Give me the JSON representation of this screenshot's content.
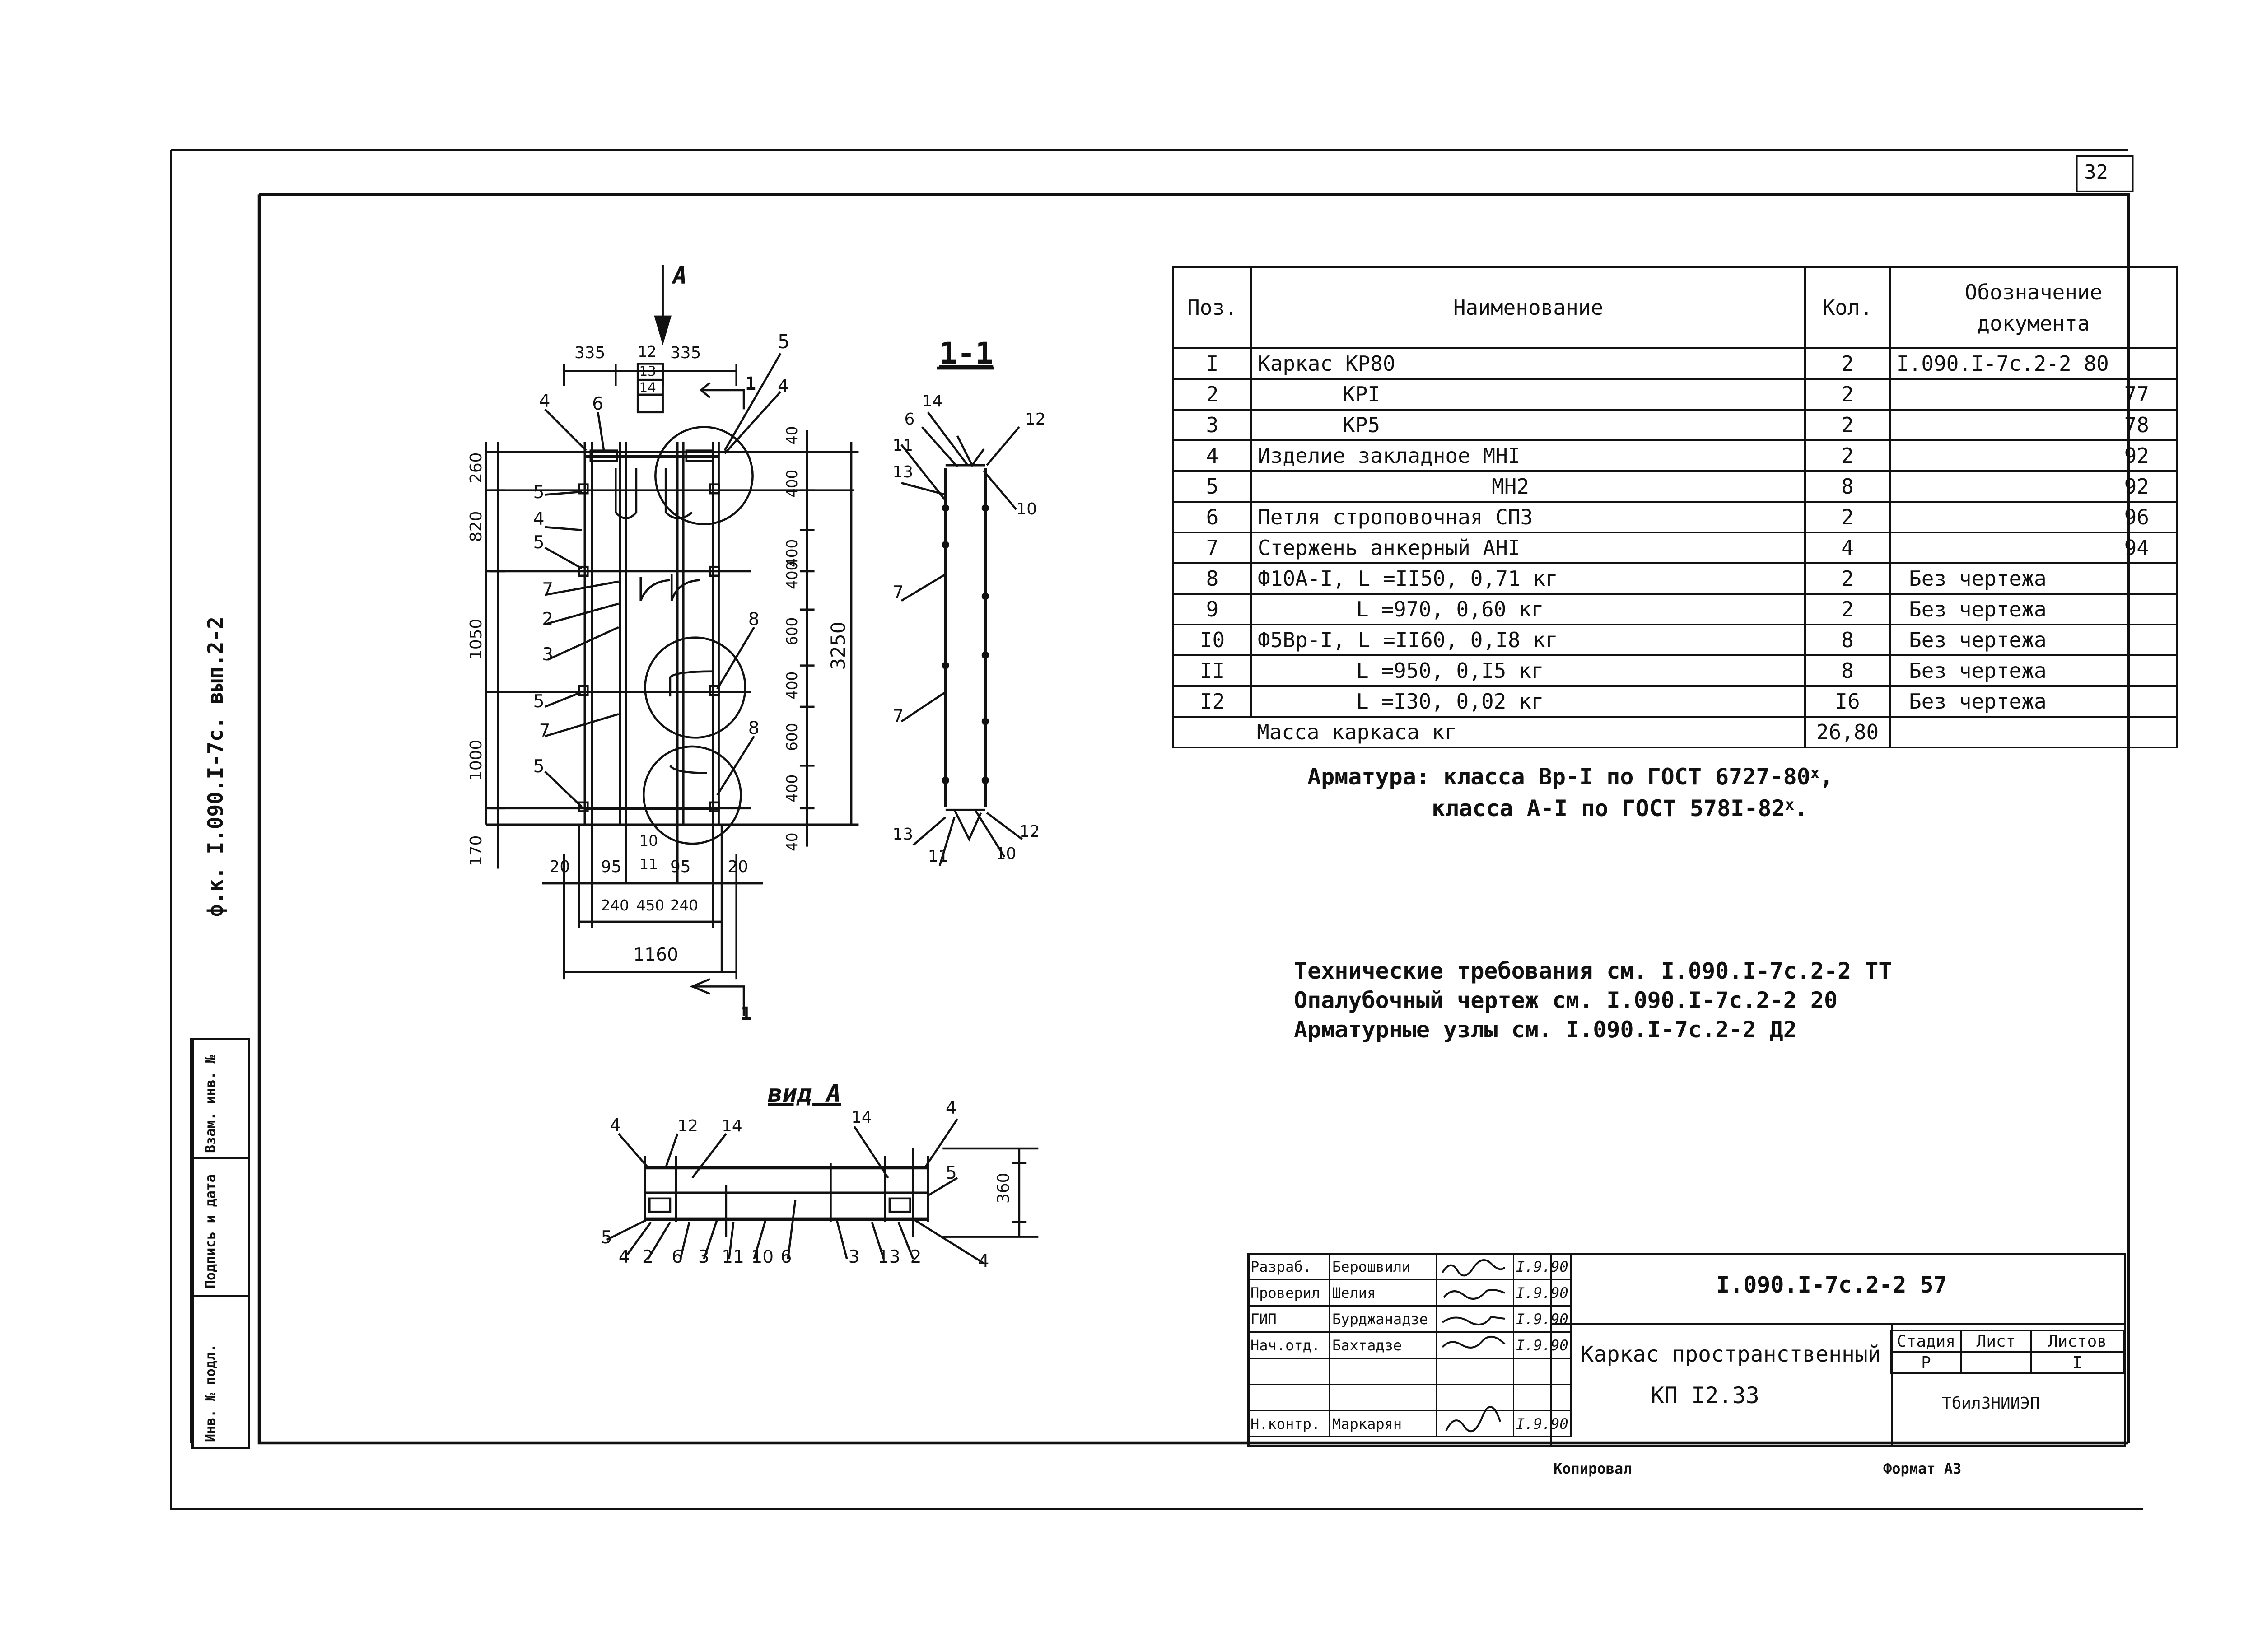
{
  "sheet_number": "32",
  "side_label": "ф.к. I.090.I-7с. вып.2-2",
  "side_stamp_fields": [
    "Инв. № подл.",
    "Подпись и дата",
    "Взам. инв. №"
  ],
  "drawing": {
    "section_label": "1-1",
    "view_label": "вид А",
    "arrow_label": "А",
    "cut_label": "1"
  },
  "spec_table": {
    "headers": {
      "pos": "Поз.",
      "name": "Наименование",
      "qty": "Кол.",
      "doc_line1": "Обозначение",
      "doc_line2": "документа"
    },
    "rows": [
      {
        "pos": "I",
        "name": "Каркас КР80",
        "qty": "2",
        "doc": "I.090.I-7с.2-2 80"
      },
      {
        "pos": "2",
        "name": "КРI",
        "qty": "2",
        "doc": "77"
      },
      {
        "pos": "3",
        "name": "КР5",
        "qty": "2",
        "doc": "78"
      },
      {
        "pos": "4",
        "name": "Изделие закладное МНI",
        "qty": "2",
        "doc": "92"
      },
      {
        "pos": "5",
        "name": "МН2",
        "qty": "8",
        "doc": "92"
      },
      {
        "pos": "6",
        "name": "Петля строповочная СП3",
        "qty": "2",
        "doc": "96"
      },
      {
        "pos": "7",
        "name": "Стержень анкерный АНI",
        "qty": "4",
        "doc": "94"
      },
      {
        "pos": "8",
        "name": "Ф10А-I, L =II50, 0,71 кг",
        "qty": "2",
        "doc": "Без чертежа"
      },
      {
        "pos": "9",
        "name": "L =970, 0,60 кг",
        "qty": "2",
        "doc": "Без чертежа"
      },
      {
        "pos": "I0",
        "name": "Ф5Вр-I, L =II60, 0,I8 кг",
        "qty": "8",
        "doc": "Без чертежа"
      },
      {
        "pos": "II",
        "name": "L =950, 0,I5 кг",
        "qty": "8",
        "doc": "Без чертежа"
      },
      {
        "pos": "I2",
        "name": "L =I30, 0,02 кг",
        "qty": "I6",
        "doc": "Без чертежа"
      }
    ],
    "mass_label": "Масса каркаса кг",
    "mass_value": "26,80"
  },
  "notes": {
    "armature_1": "Арматура: класса Вр-I по ГОСТ 6727-80",
    "armature_2": "класса А-I по ГОСТ 578I-82",
    "sup": "x",
    "ref_1": "Технические требования см. I.090.I-7с.2-2 ТТ",
    "ref_2": "Опалубочный чертеж см. I.090.I-7с.2-2 20",
    "ref_3": "Арматурные узлы см. I.090.I-7с.2-2 Д2"
  },
  "title_block": {
    "doc_code": "I.090.I-7с.2-2 57",
    "title_line1": "Каркас пространственный",
    "title_line2": "КП I2.33",
    "stage_label": "Стадия",
    "sheet_label": "Лист",
    "sheets_label": "Листов",
    "stage_value": "Р",
    "sheets_value": "I",
    "org": "ТбилЗНИИЭП",
    "rows": [
      {
        "role": "Разраб.",
        "name": "Берошвили",
        "date": "I.9.90"
      },
      {
        "role": "Проверил",
        "name": "Шелия",
        "date": "I.9.90"
      },
      {
        "role": "ГИП",
        "name": "Бурджанадзе",
        "date": "I.9.90"
      },
      {
        "role": "Нач.отд.",
        "name": "Бахтадзе",
        "date": "I.9.90"
      },
      {
        "role": "",
        "name": "",
        "date": ""
      },
      {
        "role": "",
        "name": "",
        "date": ""
      },
      {
        "role": "Н.контр.",
        "name": "Маркарян",
        "date": "I.9.90"
      }
    ],
    "copied": "Копировал",
    "format": "Формат А3"
  }
}
